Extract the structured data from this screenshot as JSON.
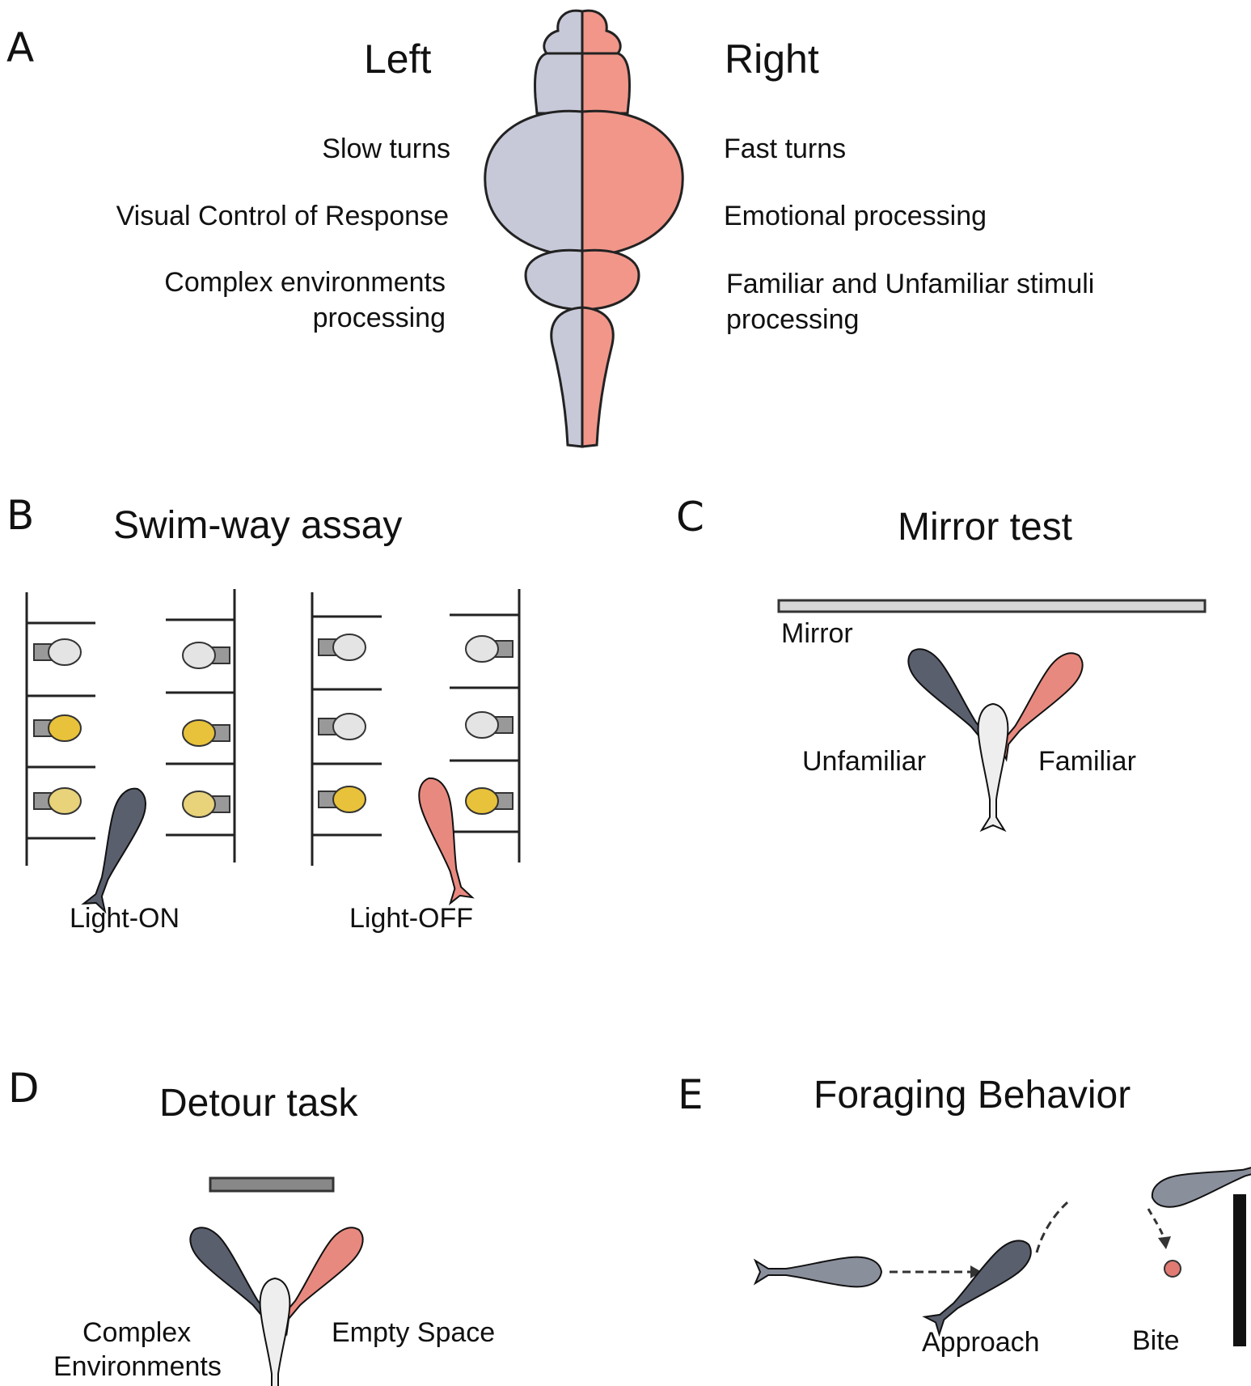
{
  "panelA": {
    "letter": "A",
    "left": {
      "title": "Left",
      "functions": [
        "Slow turns",
        "Visual Control of Response",
        "Complex environments",
        "processing"
      ]
    },
    "right": {
      "title": "Right",
      "functions": [
        "Fast turns",
        "Emotional processing",
        "Familiar and Unfamiliar stimuli",
        "processing"
      ]
    },
    "colors": {
      "left_hemisphere": "#c7c9d8",
      "right_hemisphere": "#f2968a"
    }
  },
  "panelB": {
    "letter": "B",
    "title": "Swim-way assay",
    "conditions": [
      "Light-ON",
      "Light-OFF"
    ],
    "colors": {
      "lit_chamber": "#e8c23a",
      "unlit_chamber": "#e4e4e4"
    }
  },
  "panelC": {
    "letter": "C",
    "title": "Mirror test",
    "mirror_label": "Mirror",
    "labels": [
      "Unfamiliar",
      "Familiar"
    ]
  },
  "panelD": {
    "letter": "D",
    "title": "Detour task",
    "labels": [
      "Complex",
      "Environments",
      "Empty Space"
    ]
  },
  "panelE": {
    "letter": "E",
    "title": "Foraging Behavior",
    "labels": [
      "Approach",
      "Bite"
    ],
    "colors": {
      "prey": "#e07a72"
    }
  }
}
